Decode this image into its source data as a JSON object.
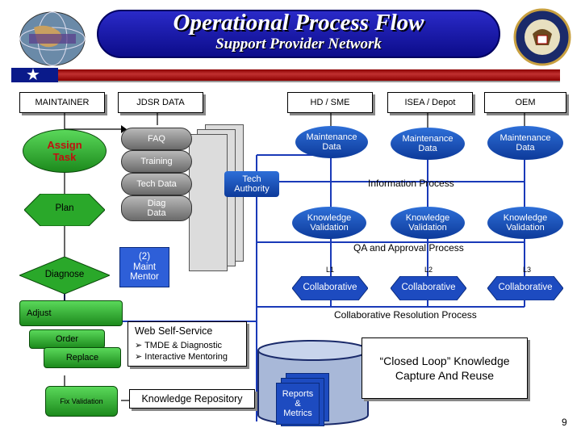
{
  "title": "Operational Process Flow",
  "subtitle": "Support Provider Network",
  "page_number": "9",
  "columns": {
    "maintainer": "MAINTAINER",
    "jdsr": "JDSR DATA",
    "hd_sme": "HD / SME",
    "isea": "ISEA / Depot",
    "oem": "OEM"
  },
  "maintainer_steps": {
    "assign": "Assign Task",
    "plan": "Plan",
    "diagnose": "Diagnose",
    "adjust": "Adjust",
    "order": "Order",
    "replace": "Replace",
    "fix": "Fix Validation"
  },
  "jdsr_items": {
    "faq": "FAQ",
    "training": "Training",
    "tech_data": "Tech Data",
    "diag_data": "Diag Data",
    "maint_mentor": "(2) Maint Mentor",
    "tech_authority": "Tech Authority"
  },
  "maintenance_data": [
    "Maintenance Data",
    "Maintenance Data",
    "Maintenance Data"
  ],
  "information_process": "Information Process",
  "knowledge_validation": [
    "Knowledge Validation",
    "Knowledge Validation",
    "Knowledge Validation"
  ],
  "qa_process": "QA and Approval Process",
  "levels": [
    "L1",
    "L2",
    "L3"
  ],
  "collaborative": [
    "Collaborative",
    "Collaborative",
    "Collaborative"
  ],
  "collab_resolution": "Collaborative Resolution Process",
  "web_self_service": {
    "title": "Web Self-Service",
    "bullets": [
      "TMDE & Diagnostic",
      "Interactive Mentoring"
    ]
  },
  "knowledge_repository": "Knowledge Repository",
  "reports": "Reports & Metrics",
  "closed_loop": "“Closed Loop” Knowledge Capture And Reuse",
  "colors": {
    "title_bg": "#0c0c8a",
    "stripe": "#8b0000",
    "green": "#1c8a1c",
    "blue": "#2e5fd8"
  }
}
